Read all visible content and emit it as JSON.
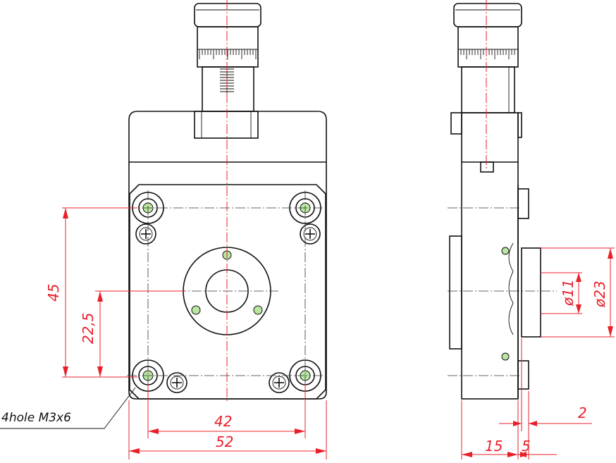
{
  "colors": {
    "dimension": "#e8202a",
    "outline": "#111111",
    "hole_fill": "#b9e6a0"
  },
  "front_view": {
    "dim_vertical_outer": "45",
    "dim_vertical_inner": "22,5",
    "dim_horizontal_holes": "42",
    "dim_horizontal_width": "52",
    "hole_note": "4hole M3x6"
  },
  "side_view": {
    "dim_offset": "2",
    "dim_depth": "15",
    "dim_flange": "5",
    "dim_inner_diameter": "ø11",
    "dim_outer_diameter": "ø23"
  }
}
